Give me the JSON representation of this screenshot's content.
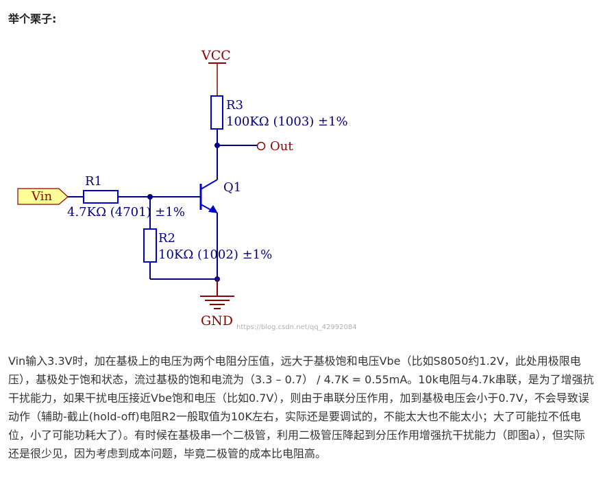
{
  "heading": "举个栗子:",
  "circuit": {
    "vcc_label": "VCC",
    "gnd_label": "GND",
    "out_label": "Out",
    "vin_label": "Vin",
    "q1_label": "Q1",
    "r1": {
      "name": "R1",
      "value": "4.7KΩ (4701) ±1%"
    },
    "r2": {
      "name": "R2",
      "value": "10KΩ (1002) ±1%"
    },
    "r3": {
      "name": "R3",
      "value": "100KΩ (1003) ±1%"
    },
    "watermark": "https://blog.csdn.net/qq_42992084",
    "colors": {
      "power": "#8b0000",
      "wire": "#000080",
      "part": "#0000cc",
      "vin_fill": "#ffff99"
    }
  },
  "paragraph": "Vin输入3.3V时，加在基极上的电压为两个电阻分压值，远大于基极饱和电压Vbe（比如S8050约1.2V，此处用极限电压），基极处于饱和状态，流过基极的饱和电流为（3.3 – 0.7） / 4.7K = 0.55mA。10k电阻与4.7k串联，是为了增强抗干扰能力，如果干扰电压接近Vbe饱和电压（比如0.7V），则由于串联分压作用，加到基极电压会小于0.7V，不会导致误动作（辅助-截止(hold-off)电阻R2一般取值为10K左右，实际还是要调试的，不能太大也不能太小；大了可能拉不低电位，小了可能功耗大了）。有时候在基极串一个二极管，利用二极管压降起到分压作用增强抗干扰能力（即图a），但实际还是很少见，因为考虑到成本问题，毕竟二极管的成本比电阻高。"
}
